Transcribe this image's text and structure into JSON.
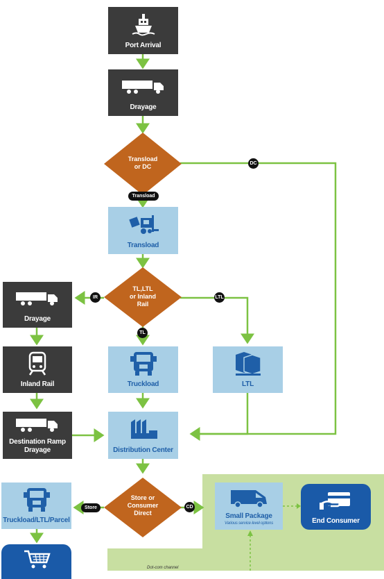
{
  "nodes": {
    "port_arrival": "Port Arrival",
    "drayage_top": "Drayage",
    "transload_dc": "Transload\nor DC",
    "transload_box": "Transload",
    "tl_ltl_rail": "TL,LTL\nor Inland\nRail",
    "drayage_left": "Drayage",
    "inland_rail": "Inland Rail",
    "dest_ramp": "Destination Ramp\nDrayage",
    "truckload": "Truckload",
    "ltl": "LTL",
    "distribution_center": "Distribution Center",
    "store_direct": "Store or\nConsumer\nDirect",
    "truckload_ltl_parcel": "Truckload/LTL/Parcel",
    "small_package": "Small Package",
    "small_package_sub": "Various service level options",
    "end_consumer": "End Consumer",
    "dotcom_note": "Dot-com channel"
  },
  "edge_labels": {
    "dc": "DC",
    "transload": "Transload",
    "ir": "IR",
    "ltl": "LTL",
    "tl": "TL",
    "store": "Store",
    "cd": "CD"
  },
  "colors": {
    "dark_box": "#3b3b3b",
    "light_box": "#a8cfe6",
    "navy_box": "#1a5aa8",
    "diamond": "#c0651e",
    "arrow": "#7cc242",
    "green_panel": "#c8dfa1"
  },
  "icons": [
    "ship-icon",
    "truck-icon",
    "forklift-icon",
    "train-icon",
    "truck-front-icon",
    "pallet-icon",
    "factory-icon",
    "van-icon",
    "card-hand-icon",
    "cart-icon"
  ]
}
